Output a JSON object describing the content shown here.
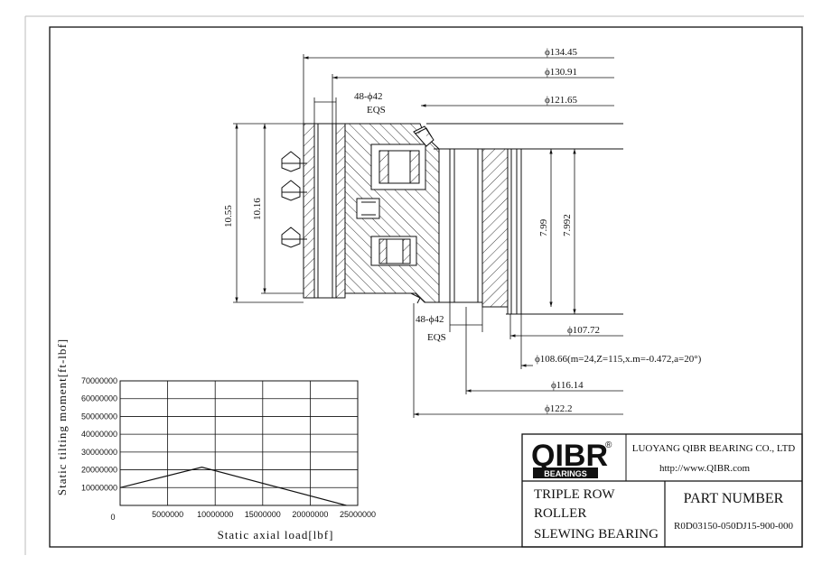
{
  "drawing": {
    "dimensions": {
      "d1": "ϕ134.45",
      "d2": "ϕ130.91",
      "d3": "ϕ121.65",
      "holes_top": "48-ϕ42",
      "holes_top_eqs": "EQS",
      "h1": "10.55",
      "h2": "10.16",
      "h3": "7.99",
      "h4": "7.992",
      "holes_bottom": "48-ϕ42",
      "holes_bottom_eqs": "EQS",
      "d4": "ϕ107.72",
      "d5": "ϕ108.66(m=24,Z=115,x.m=-0.472,a=20°)",
      "d6": "ϕ116.14",
      "d7": "ϕ122.2"
    }
  },
  "chart_data": {
    "type": "line",
    "xlabel": "Static axial load[lbf]",
    "ylabel": "Static tilting moment[ft-lbf]",
    "x_ticks": [
      "0",
      "5000000",
      "10000000",
      "15000000",
      "20000000",
      "25000000"
    ],
    "y_ticks": [
      "10000000",
      "20000000",
      "30000000",
      "40000000",
      "50000000",
      "60000000",
      "70000000"
    ],
    "xlim": [
      0,
      25000000
    ],
    "ylim": [
      0,
      70000000
    ],
    "grid": true,
    "series": [
      {
        "x": [
          0,
          8600000,
          23800000
        ],
        "y": [
          10000000,
          21500000,
          0
        ]
      }
    ]
  },
  "title_block": {
    "logo": "QIBR",
    "logo_sub": "BEARINGS",
    "registered": "®",
    "company": "LUOYANG QIBR BEARING CO., LTD",
    "website": "http://www.QIBR.com",
    "desc_line1": "TRIPLE ROW",
    "desc_line2": "ROLLER",
    "desc_line3": "SLEWING BEARING",
    "part_label": "PART NUMBER",
    "part_number": "R0D03150-050DJ15-900-000"
  }
}
